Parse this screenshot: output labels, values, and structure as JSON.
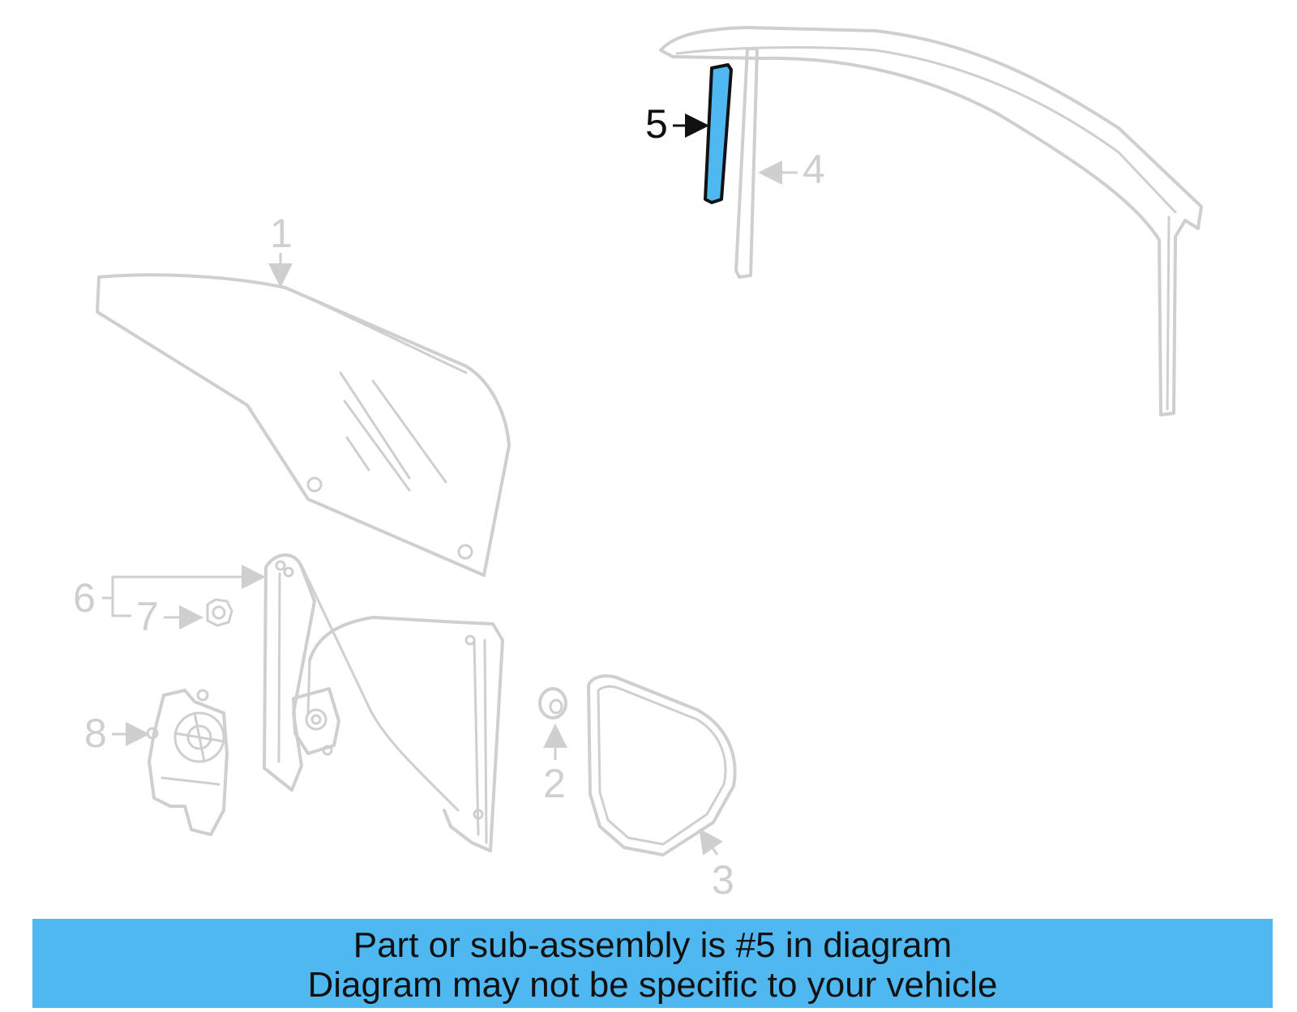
{
  "callouts": {
    "c1": "1",
    "c2": "2",
    "c3": "3",
    "c4": "4",
    "c5": "5",
    "c6": "6",
    "c7": "7",
    "c8": "8"
  },
  "highlight_color": "#4fb8f0",
  "banner": {
    "line1": "Part or sub-assembly is #5 in diagram",
    "line2": "Diagram may not be specific to your vehicle"
  }
}
